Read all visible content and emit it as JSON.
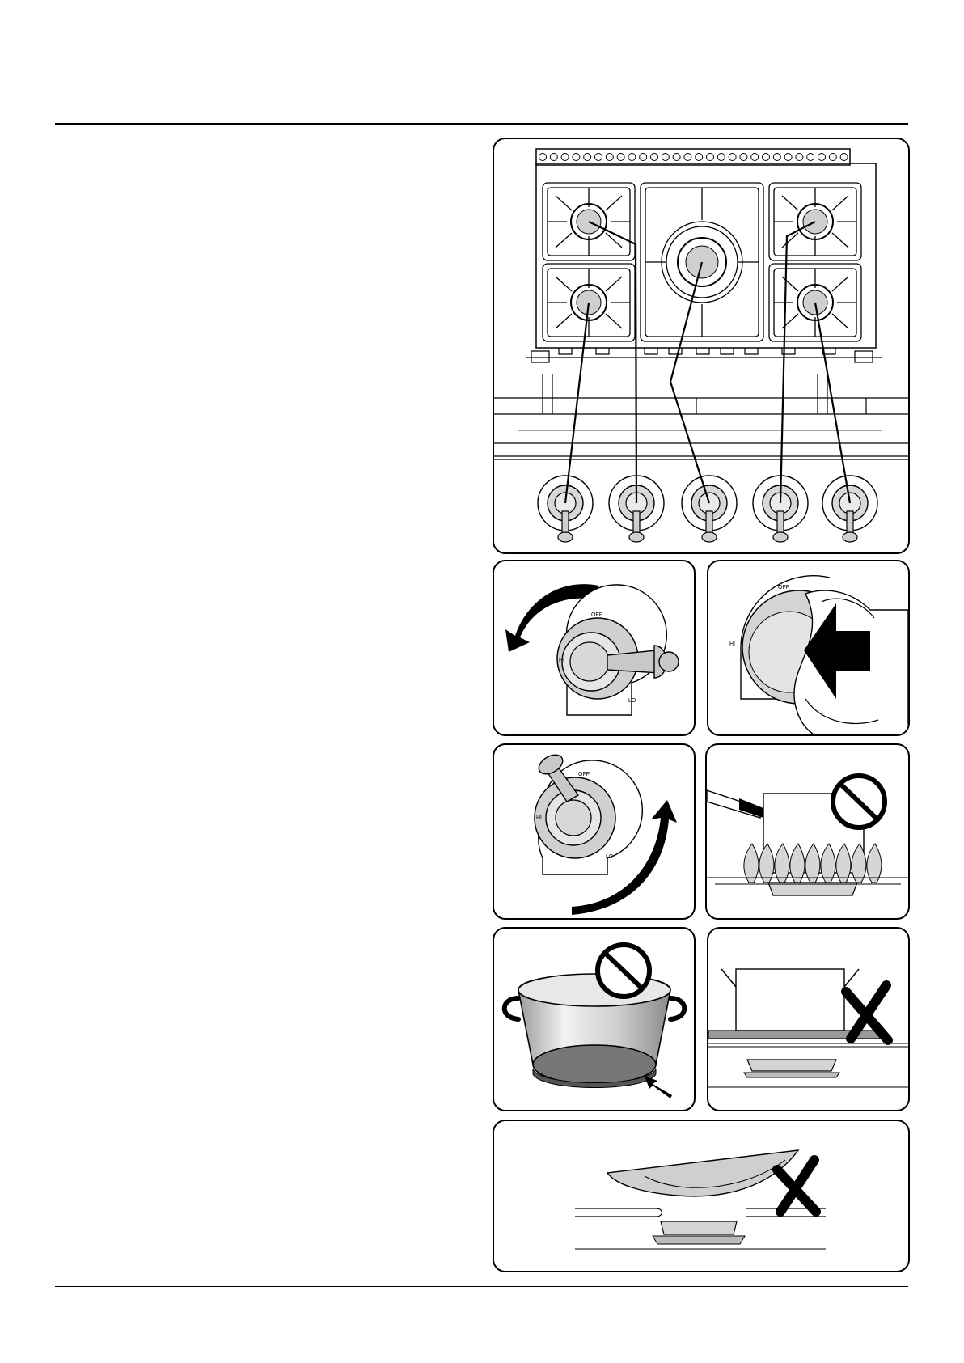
{
  "figures": {
    "knob_turn_left": {
      "off_label": "OFF",
      "hi_label": "HI",
      "lo_label": "LO"
    },
    "knob_push": {
      "off_label": "OFF",
      "hi_label": "HI"
    },
    "knob_turn_right": {
      "off_label": "OFF",
      "hi_label": "HI",
      "lo_label": "LO"
    }
  },
  "icons": [
    "prohibition-icon",
    "x-mark-icon",
    "arrow-icon"
  ]
}
